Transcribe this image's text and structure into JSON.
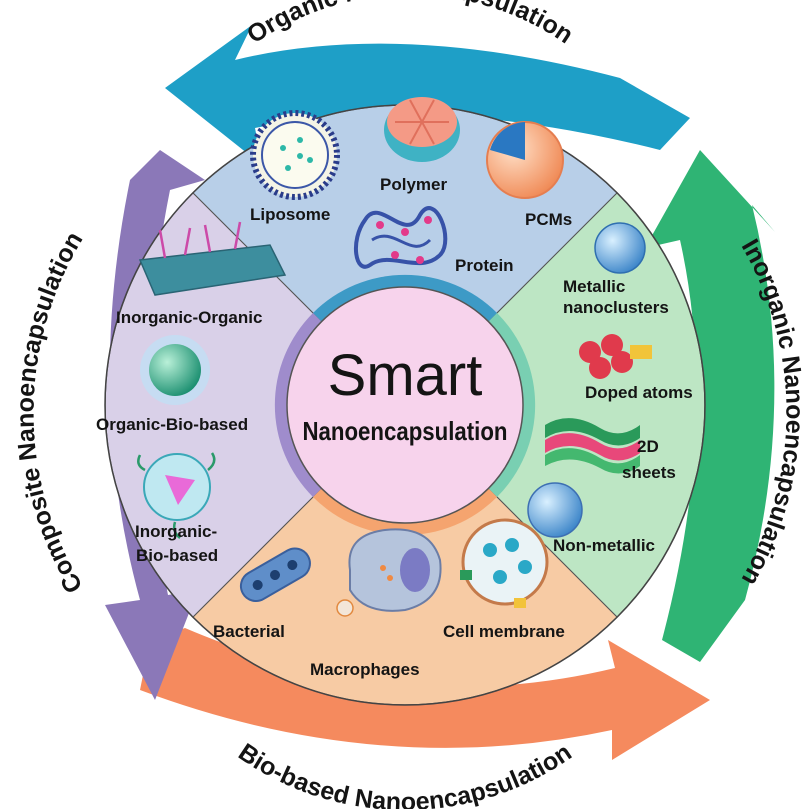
{
  "center": {
    "title": "Smart",
    "subtitle": "Nanoencapsulation"
  },
  "arrows": {
    "organic": "Organic Nanoencapsulation",
    "inorganic": "Inorganic Nanoencapsulation",
    "bio": "Bio-based Nanoencapsulation",
    "composite": "Composite Nanoencapsulation"
  },
  "quadrants": {
    "organic": [
      "Liposome",
      "Polymer",
      "PCMs",
      "Protein"
    ],
    "inorganic": [
      "Metallic",
      "nanoclusters",
      "Doped atoms",
      "2D",
      "sheets",
      "Non-metallic"
    ],
    "bio": [
      "Bacterial",
      "Macrophages",
      "Cell membrane"
    ],
    "composite": [
      "Inorganic-Organic",
      "Organic-Bio-based",
      "Inorganic-",
      "Bio-based"
    ]
  },
  "colors": {
    "organic": "#b8cfe8",
    "inorganic": "#bde6c4",
    "bio": "#f7cba4",
    "composite": "#d9d0e8",
    "center": "#f7d3ec",
    "organic_arrow": "#1e9fc7",
    "inorganic_arrow": "#2fb474",
    "bio_arrow": "#f58a5e",
    "composite_arrow": "#8b78b8"
  }
}
